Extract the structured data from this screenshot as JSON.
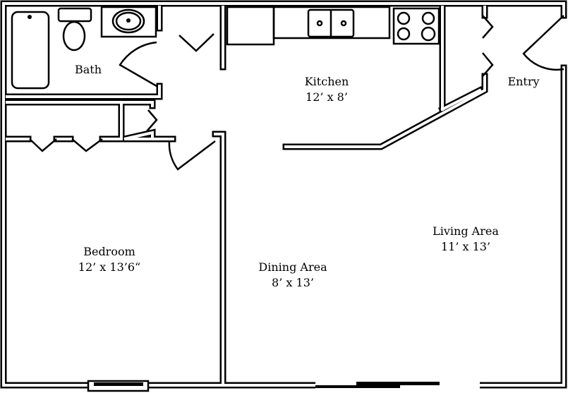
{
  "plan": {
    "rooms": [
      {
        "id": "bath",
        "name": "Bath",
        "size": ""
      },
      {
        "id": "kitchen",
        "name": "Kitchen",
        "size": "12’ x 8’"
      },
      {
        "id": "entry",
        "name": "Entry",
        "size": ""
      },
      {
        "id": "bedroom",
        "name": "Bedroom",
        "size": "12’ x 13’6“"
      },
      {
        "id": "dining",
        "name": "Dining Area",
        "size": "8’ x 13’"
      },
      {
        "id": "living",
        "name": "Living Area",
        "size": "11’ x 13’"
      }
    ],
    "colors": {
      "line": "#000000",
      "background": "#ffffff"
    }
  }
}
